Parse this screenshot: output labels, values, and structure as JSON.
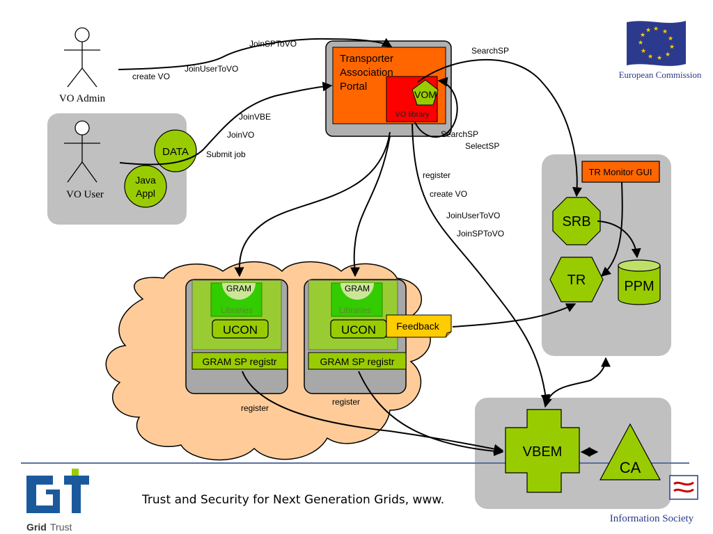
{
  "actors": {
    "admin": "VO Admin",
    "user": "VO User"
  },
  "portal": {
    "title_lines": [
      "Transporter",
      "Association",
      "Portal"
    ],
    "vom": "VOM",
    "vo_library": "VO library"
  },
  "user_panel": {
    "data": "DATA",
    "java_lines": [
      "Java",
      "Appl"
    ]
  },
  "sp_nodes": [
    {
      "gram": "GRAM",
      "libraries": "Libraries",
      "ucon": "UCON",
      "registr": "GRAM SP registr"
    },
    {
      "gram": "GRAM",
      "libraries": "Libraries",
      "ucon": "UCON",
      "registr": "GRAM SP registr"
    }
  ],
  "feedback": "Feedback",
  "tr_panel": {
    "monitor": "TR Monitor GUI",
    "srb": "SRB",
    "tr": "TR",
    "ppm": "PPM"
  },
  "vbem_panel": {
    "vbem": "VBEM",
    "ca": "CA"
  },
  "labels": {
    "join_sp_to_vo_top": "JoinSPToVO",
    "create_vo_top": "create VO",
    "join_user_to_vo_top": "JoinUserToVO",
    "join_vbe": "JoinVBE",
    "join_vo": "JoinVO",
    "submit_job": "Submit job",
    "search_sp_top": "SearchSP",
    "search_sp_mid": "SearchSP",
    "select_sp": "SelectSP",
    "register_mid": "register",
    "create_vo_mid": "create VO",
    "join_user_to_vo_mid": "JoinUserToVO",
    "join_sp_to_vo_mid": "JoinSPToVO",
    "register_left": "register",
    "register_right": "register"
  },
  "footer": {
    "tagline": "Trust and Security for Next Generation Grids, www.",
    "gridtrust_bold": "Grid",
    "gridtrust_light": "Trust",
    "info_society": "Information Society",
    "european_commission": "European Commission"
  },
  "colors": {
    "portal_orange": "#ff6600",
    "vo_red": "#ff0000",
    "green": "#99cc00",
    "bright_green": "#33cc00",
    "cloud": "#ffcc99",
    "panel_gray": "#c0c0c0",
    "feedback_yellow": "#ffcc00",
    "eu_blue": "#2b3a8c",
    "gridtrust_blue": "#1a5a9c"
  }
}
